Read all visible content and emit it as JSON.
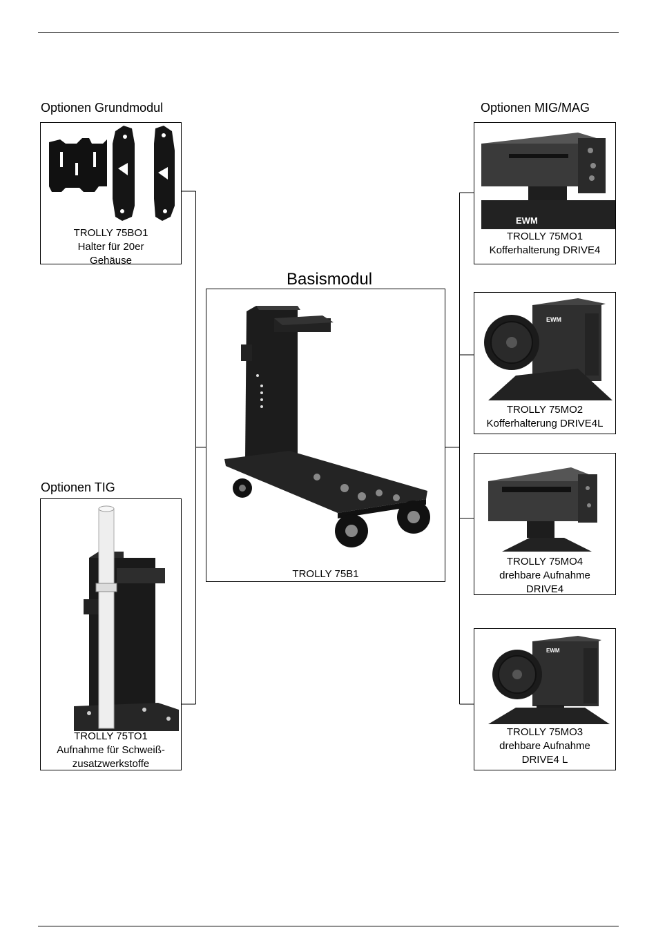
{
  "headings": {
    "grundmodul": "Optionen Grundmodul",
    "migmag": "Optionen MIG/MAG",
    "tig": "Optionen TIG",
    "basis": "Basismodul"
  },
  "basis": {
    "caption": "TROLLY 75B1"
  },
  "left_options": [
    {
      "lines": [
        "TROLLY 75BO1",
        "Halter für 20er",
        "Gehäuse"
      ]
    },
    {
      "lines": [
        "TROLLY 75TO1",
        "Aufnahme für Schweiß-",
        "zusatzwerkstoffe"
      ]
    }
  ],
  "right_options": [
    {
      "lines": [
        "TROLLY 75MO1",
        "Kofferhalterung DRIVE4"
      ]
    },
    {
      "lines": [
        "TROLLY 75MO2",
        "Kofferhalterung DRIVE4L"
      ]
    },
    {
      "lines": [
        "TROLLY 75MO4",
        "drehbare Aufnahme",
        "DRIVE4"
      ]
    },
    {
      "lines": [
        "TROLLY 75MO3",
        "drehbare Aufnahme",
        "DRIVE4 L"
      ]
    }
  ],
  "photo_brand": "EWM"
}
